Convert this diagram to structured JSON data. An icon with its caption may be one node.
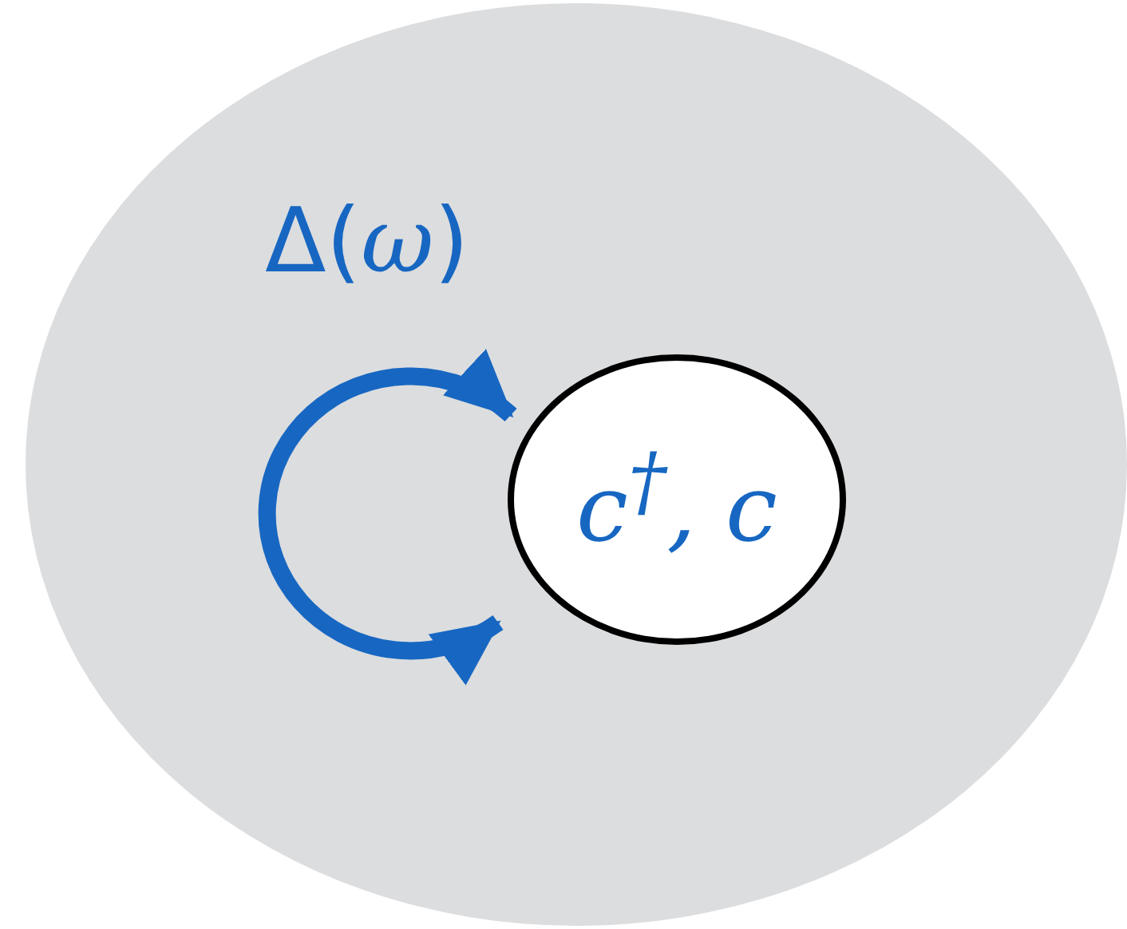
{
  "diagram": {
    "nodes": [
      {
        "text": [],
        "shape": "ellipse"
      },
      {
        "text": [
          "c$^{†}$, c"
        ],
        "in": 0
      }
    ],
    "edges": [
      {
        "from": 1,
        "to": 1,
        "arrow": "both",
        "label": "Δ(*ω*)",
        "color": "#1767c2"
      }
    ]
  }
}
